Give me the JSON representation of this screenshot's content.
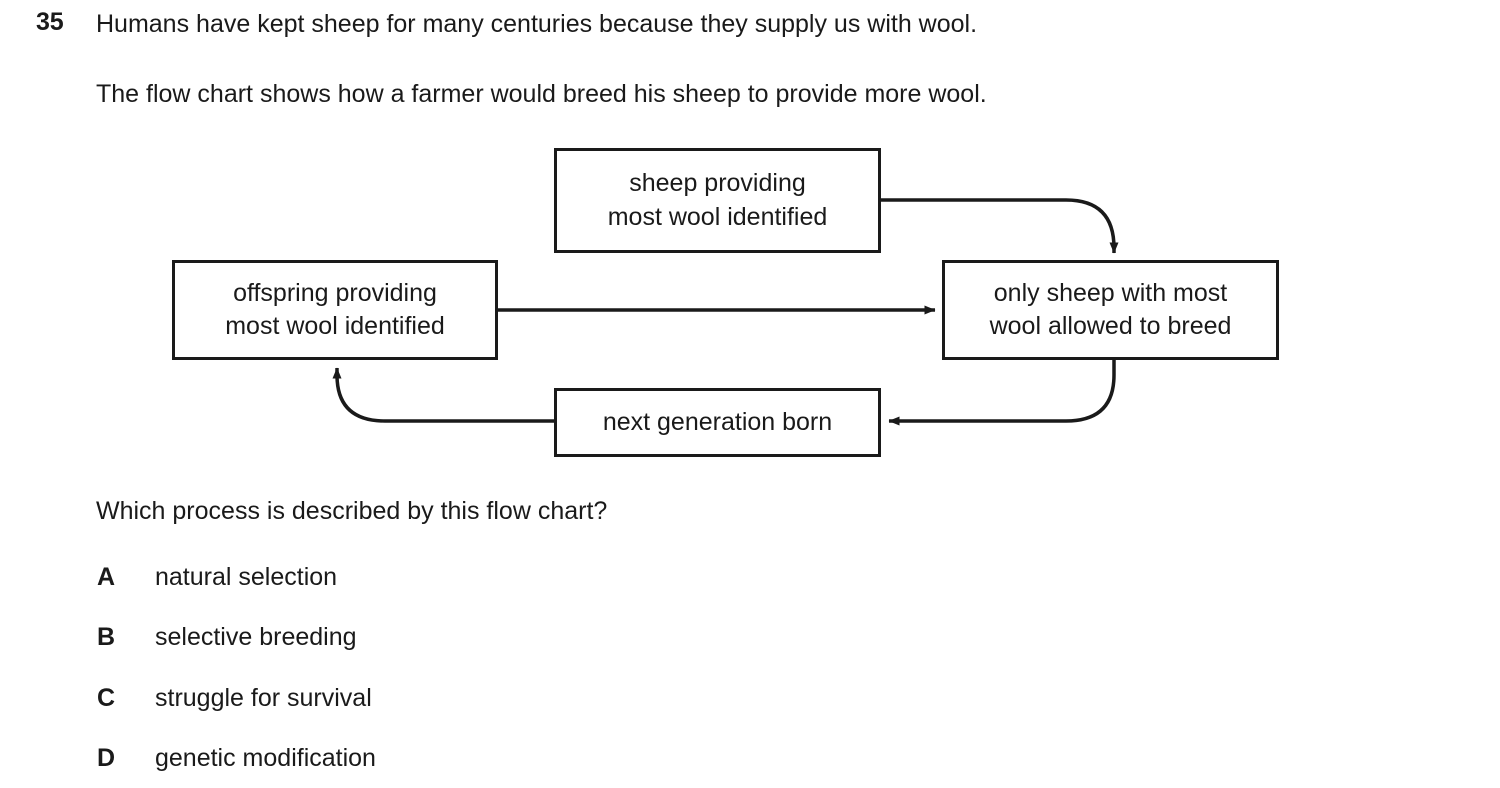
{
  "question": {
    "number": "35",
    "stem_line_1": "Humans have kept sheep for many centuries because they supply us with wool.",
    "stem_line_2": "The flow chart shows how a farmer would breed his sheep to provide more wool.",
    "prompt": "Which process is described by this flow chart?"
  },
  "flowchart": {
    "boxes": [
      {
        "id": "sheep",
        "line1": "sheep providing",
        "line2": "most wool identified"
      },
      {
        "id": "offspring",
        "line1": "offspring providing",
        "line2": "most wool identified"
      },
      {
        "id": "breed",
        "line1": "only sheep with most",
        "line2": "wool allowed to breed"
      },
      {
        "id": "nextgen",
        "line1": "next generation born",
        "line2": ""
      }
    ],
    "connectors": [
      {
        "from": "sheep",
        "to": "breed",
        "style": "curve-right-down"
      },
      {
        "from": "offspring",
        "to": "breed",
        "style": "straight-right"
      },
      {
        "from": "breed",
        "to": "nextgen",
        "style": "curve-down-left"
      },
      {
        "from": "nextgen",
        "to": "offspring",
        "style": "curve-left-up"
      }
    ],
    "line_color": "#1a1a1a",
    "box_fill": "#ffffff"
  },
  "options": [
    {
      "letter": "A",
      "text": "natural selection"
    },
    {
      "letter": "B",
      "text": "selective breeding"
    },
    {
      "letter": "C",
      "text": "struggle for survival"
    },
    {
      "letter": "D",
      "text": "genetic modification"
    }
  ]
}
